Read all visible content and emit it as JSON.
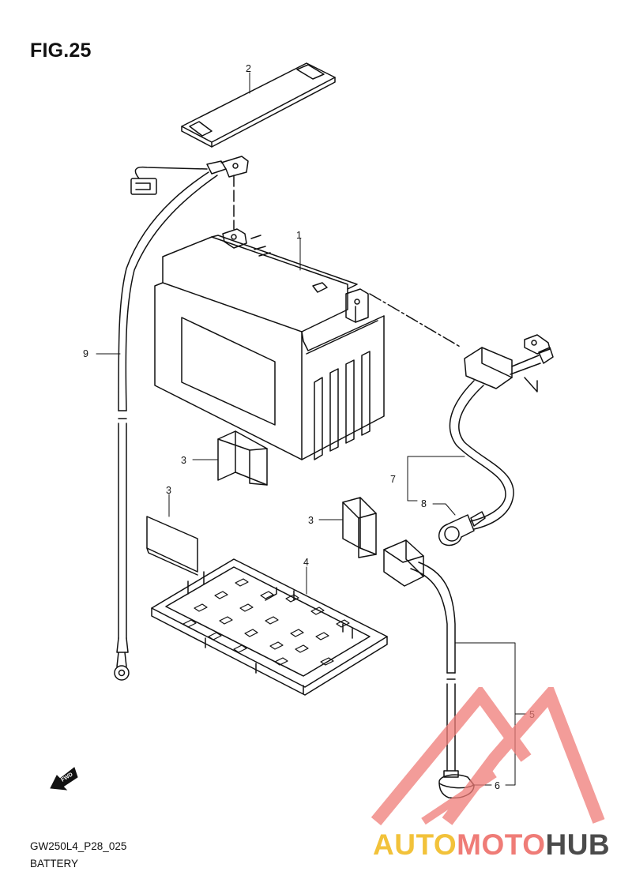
{
  "figure": {
    "title": "FIG.25"
  },
  "parts": [
    {
      "number": "1"
    },
    {
      "number": "2"
    },
    {
      "number": "3"
    },
    {
      "number": "3"
    },
    {
      "number": "3"
    },
    {
      "number": "4"
    },
    {
      "number": "5"
    },
    {
      "number": "6"
    },
    {
      "number": "7"
    },
    {
      "number": "8"
    },
    {
      "number": "9"
    }
  ],
  "fwd_marker": {
    "label": "FWD",
    "icon": "fwd-arrow-icon"
  },
  "caption": {
    "code": "GW250L4_P28_025",
    "name": "BATTERY"
  },
  "watermark": {
    "part1": "AUTO",
    "part2": "MOTO",
    "part3": "HUB",
    "colors": {
      "auto": "#f2c23a",
      "moto": "#ef7c77",
      "hub": "#4b4b4b"
    }
  }
}
